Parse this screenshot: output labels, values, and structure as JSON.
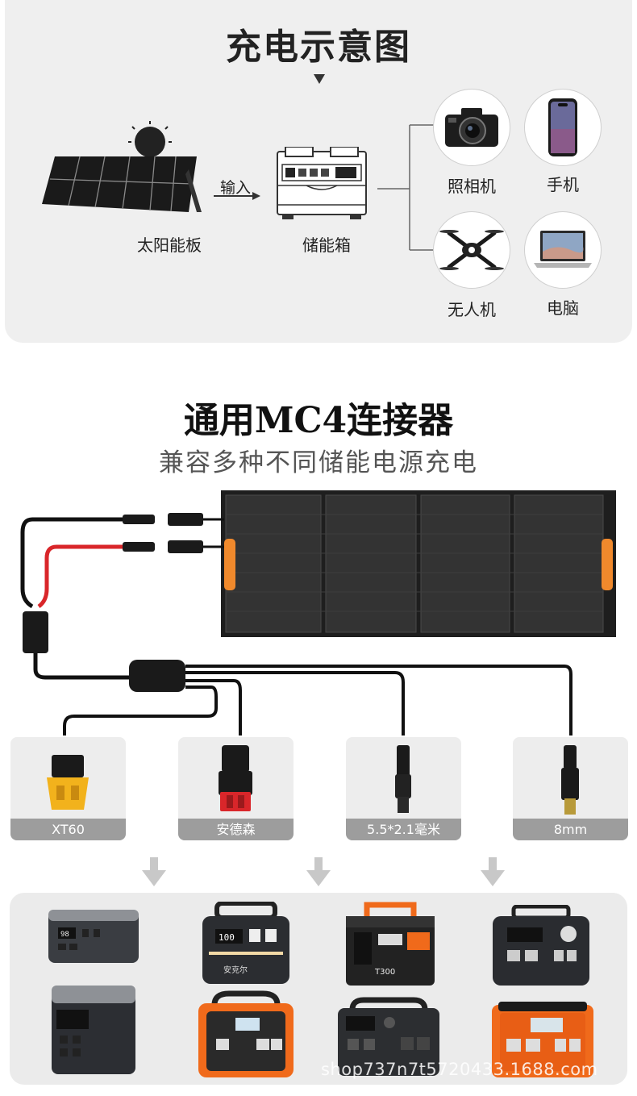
{
  "top": {
    "title": "充电示意图",
    "solar_panel_label": "太阳能板",
    "input_label": "输入",
    "storage_label": "储能箱",
    "devices": [
      {
        "label": "照相机",
        "icon": "camera-icon"
      },
      {
        "label": "手机",
        "icon": "phone-icon"
      },
      {
        "label": "无人机",
        "icon": "drone-icon"
      },
      {
        "label": "电脑",
        "icon": "laptop-icon"
      }
    ]
  },
  "middle": {
    "title": "通用MC4连接器",
    "subtitle": "兼容多种不同储能电源充电"
  },
  "connectors": [
    {
      "label": "XT60"
    },
    {
      "label": "安德森"
    },
    {
      "label": "5.5*2.1毫米"
    },
    {
      "label": "8mm"
    }
  ],
  "power_stations": {
    "station_label_1": "安克尔",
    "station_label_2": "T300"
  },
  "watermark": "shop737n7t5720433.1688.com",
  "colors": {
    "connector_yellow": "#f2b21c",
    "connector_red": "#d9262a",
    "handle_orange": "#f0892c",
    "station_orange": "#f06a1b"
  }
}
